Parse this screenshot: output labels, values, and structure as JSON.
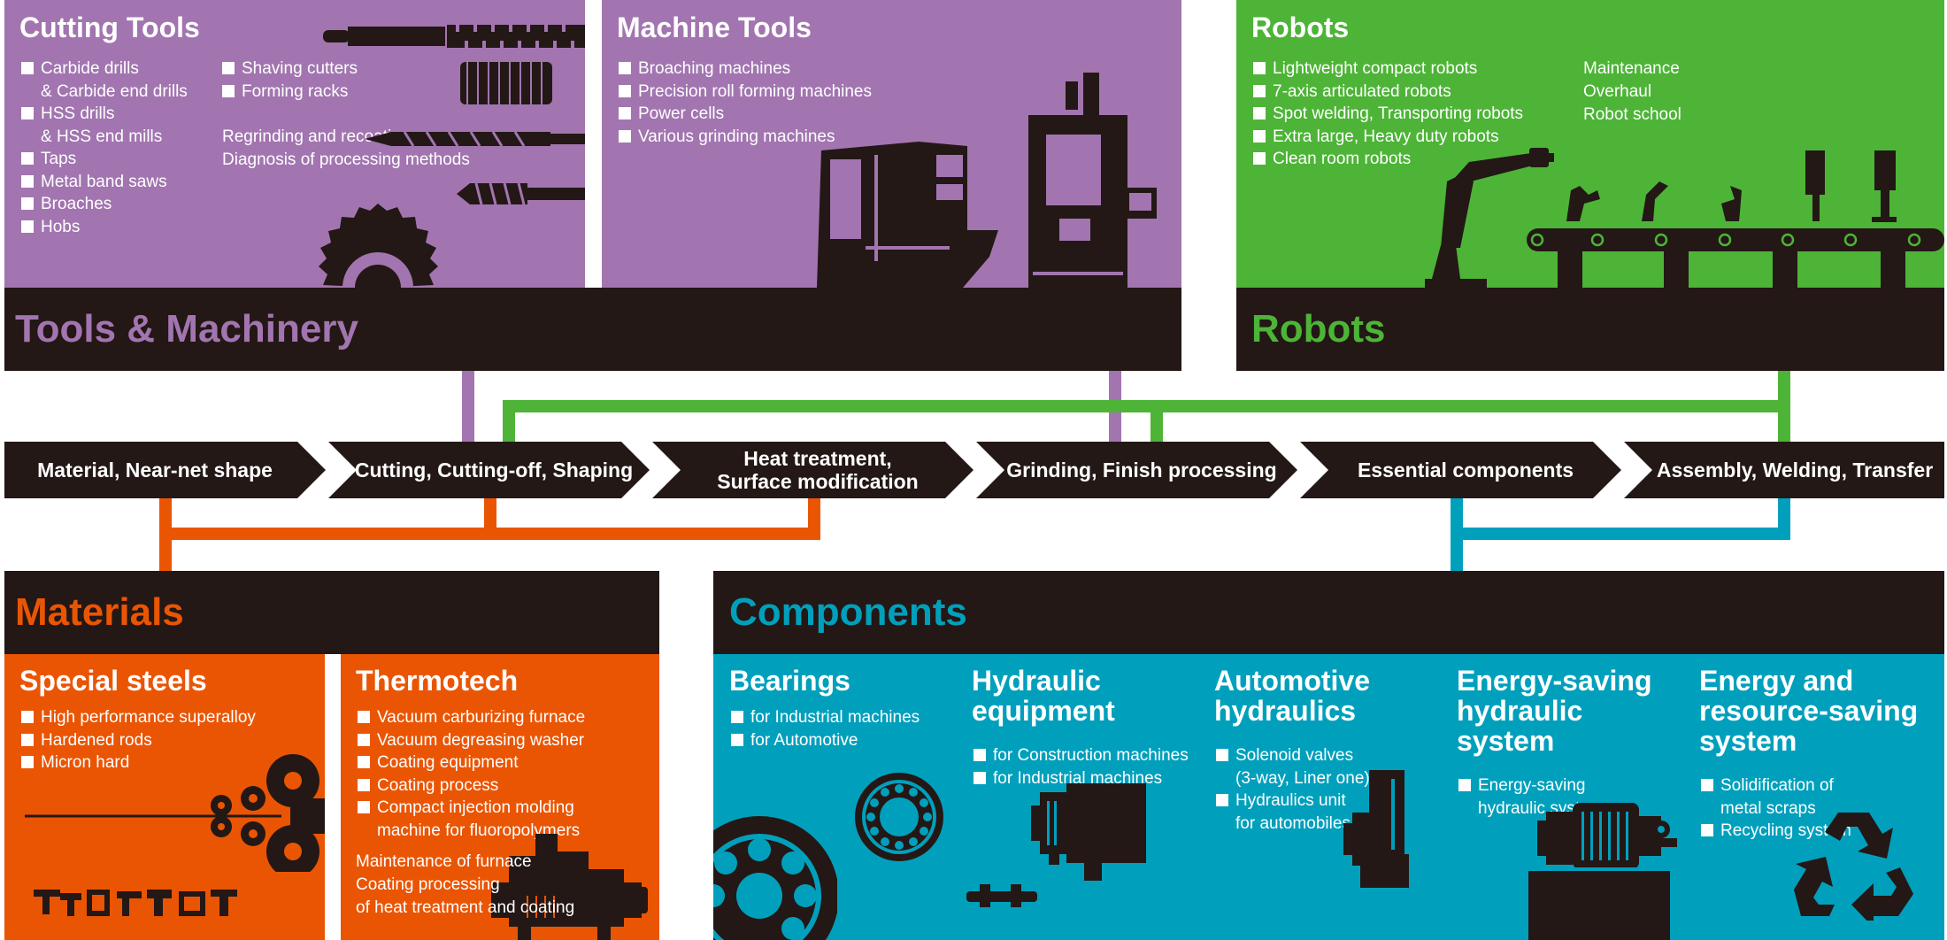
{
  "colors": {
    "purple": "#a275b0",
    "green": "#4db437",
    "orange": "#ea5504",
    "cyan": "#00a0bd",
    "dark": "#231815"
  },
  "cutting": {
    "title": "Cutting Tools",
    "col1": [
      {
        "t": "Carbide drills",
        "c": true
      },
      {
        "t": "& Carbide end drills",
        "c": false
      },
      {
        "t": "HSS drills",
        "c": true
      },
      {
        "t": "& HSS end mills",
        "c": false
      },
      {
        "t": "Taps",
        "c": true
      },
      {
        "t": "Metal band saws",
        "c": true
      },
      {
        "t": "Broaches",
        "c": true
      },
      {
        "t": "Hobs",
        "c": true
      }
    ],
    "col2": [
      "Shaving cutters",
      "Forming racks"
    ],
    "notes": [
      "Regrinding and recoating",
      "Diagnosis of processing methods"
    ]
  },
  "machine": {
    "title": "Machine Tools",
    "items": [
      "Broaching machines",
      "Precision roll forming machines",
      "Power cells",
      "Various grinding machines"
    ]
  },
  "robots": {
    "title": "Robots",
    "items": [
      "Lightweight compact robots",
      "7-axis articulated robots",
      "Spot welding, Transporting robots",
      "Extra large, Heavy duty robots",
      "Clean room robots"
    ],
    "services": [
      "Maintenance",
      "Overhaul",
      "Robot school"
    ]
  },
  "bars": {
    "tools": "Tools & Machinery",
    "robots": "Robots",
    "materials": "Materials",
    "components": "Components"
  },
  "steps": [
    "Material, Near-net shape",
    "Cutting, Cutting-off, Shaping",
    "Heat treatment,\nSurface modification",
    "Grinding, Finish processing",
    "Essential components",
    "Assembly, Welding, Transfer"
  ],
  "steels": {
    "title": "Special steels",
    "items": [
      "High performance superalloy",
      "Hardened rods",
      "Micron hard"
    ]
  },
  "thermo": {
    "title": "Thermotech",
    "items": [
      {
        "t": "Vacuum carburizing furnace",
        "c": true
      },
      {
        "t": "Vacuum degreasing washer",
        "c": true
      },
      {
        "t": "Coating equipment",
        "c": true
      },
      {
        "t": "Coating process",
        "c": true
      },
      {
        "t": "Compact injection molding",
        "c": true
      },
      {
        "t": "machine for fluoropolymers",
        "c": false
      }
    ],
    "notes": [
      "Maintenance of furnace",
      "Coating processing",
      "of heat treatment and coating"
    ]
  },
  "bearings": {
    "title": "Bearings",
    "items": [
      {
        "t": "for Industrial machines",
        "c": true
      },
      {
        "t": "for Automotive",
        "c": true
      }
    ]
  },
  "hydraulic": {
    "title": "Hydraulic\nequipment",
    "items": [
      {
        "t": "for Construction machines",
        "c": true
      },
      {
        "t": "for Industrial machines",
        "c": true
      }
    ]
  },
  "auto": {
    "title": "Automotive\nhydraulics",
    "items": [
      {
        "t": "Solenoid valves",
        "c": true
      },
      {
        "t": "(3-way, Liner one)",
        "c": false
      },
      {
        "t": "Hydraulics unit",
        "c": true
      },
      {
        "t": "for automobiles",
        "c": false
      }
    ]
  },
  "energy": {
    "title": "Energy-saving\nhydraulic\nsystem",
    "items": [
      {
        "t": "Energy-saving",
        "c": true
      },
      {
        "t": "hydraulic system",
        "c": false
      }
    ]
  },
  "resource": {
    "title": "Energy and\nresource-saving\nsystem",
    "items": [
      {
        "t": "Solidification of",
        "c": true
      },
      {
        "t": "metal scraps",
        "c": false
      },
      {
        "t": "Recycling system",
        "c": true
      }
    ]
  }
}
